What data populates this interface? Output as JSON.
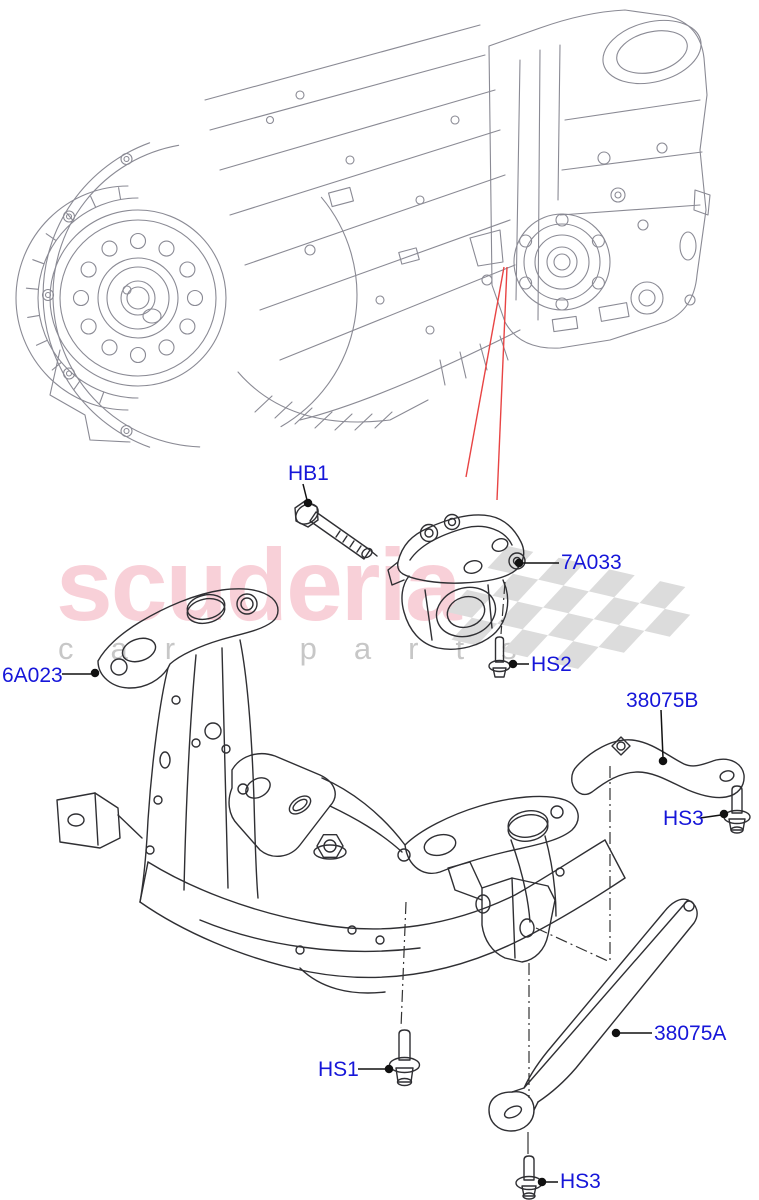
{
  "watermark": {
    "brand": "scuderia",
    "subtitle": "car parts",
    "flag_icon": "checkered-flag"
  },
  "callouts": {
    "hb1": {
      "label": "HB1"
    },
    "mount": {
      "label": "7A033"
    },
    "hs2": {
      "label": "HS2"
    },
    "subframe": {
      "label": "6A023"
    },
    "bracket_b": {
      "label": "38075B"
    },
    "hs3_upper": {
      "label": "HS3"
    },
    "hs1": {
      "label": "HS1"
    },
    "bracket_a": {
      "label": "38075A"
    },
    "hs3_lower": {
      "label": "HS3"
    }
  },
  "colors": {
    "label_blue": "#1616d9",
    "leader_red": "#e84444",
    "art_gray": "#8a8a94",
    "art_dark": "#2f2f33",
    "watermark_pink": "rgba(222,20,60,0.20)",
    "watermark_gray": "#c7c7c7",
    "flag_gray": "#dcdcdc"
  }
}
